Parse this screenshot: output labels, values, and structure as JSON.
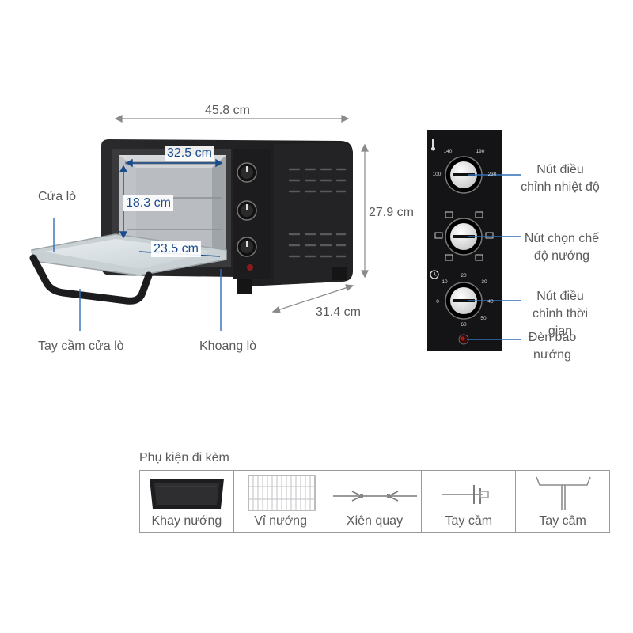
{
  "dimensions": {
    "width": "45.8 cm",
    "height": "27.9 cm",
    "depth": "31.4 cm",
    "cavity_width": "32.5 cm",
    "cavity_height": "18.3 cm",
    "cavity_depth": "23.5 cm"
  },
  "parts": {
    "door": "Cửa lò",
    "door_handle": "Tay cầm cửa lò",
    "cavity": "Khoang lò"
  },
  "panel": {
    "temp_knob": "Nút điều chỉnh nhiệt độ",
    "mode_knob": "Nút chọn chế độ nướng",
    "timer_knob": "Nút điều chỉnh thời gian",
    "indicator": "Đèn báo nướng",
    "temp_ticks": [
      "100",
      "140",
      "190",
      "230"
    ],
    "timer_ticks": [
      "0",
      "10",
      "20",
      "30",
      "40",
      "50",
      "60"
    ]
  },
  "accessories": {
    "title": "Phụ kiện đi kèm",
    "items": [
      {
        "label": "Khay nướng",
        "icon": "baking-tray-icon"
      },
      {
        "label": "Vỉ nướng",
        "icon": "grill-rack-icon"
      },
      {
        "label": "Xiên quay",
        "icon": "rotisserie-spit-icon"
      },
      {
        "label": "Tay cầm",
        "icon": "tray-handle-icon"
      },
      {
        "label": "Tay cầm",
        "icon": "rack-handle-icon"
      }
    ]
  }
}
